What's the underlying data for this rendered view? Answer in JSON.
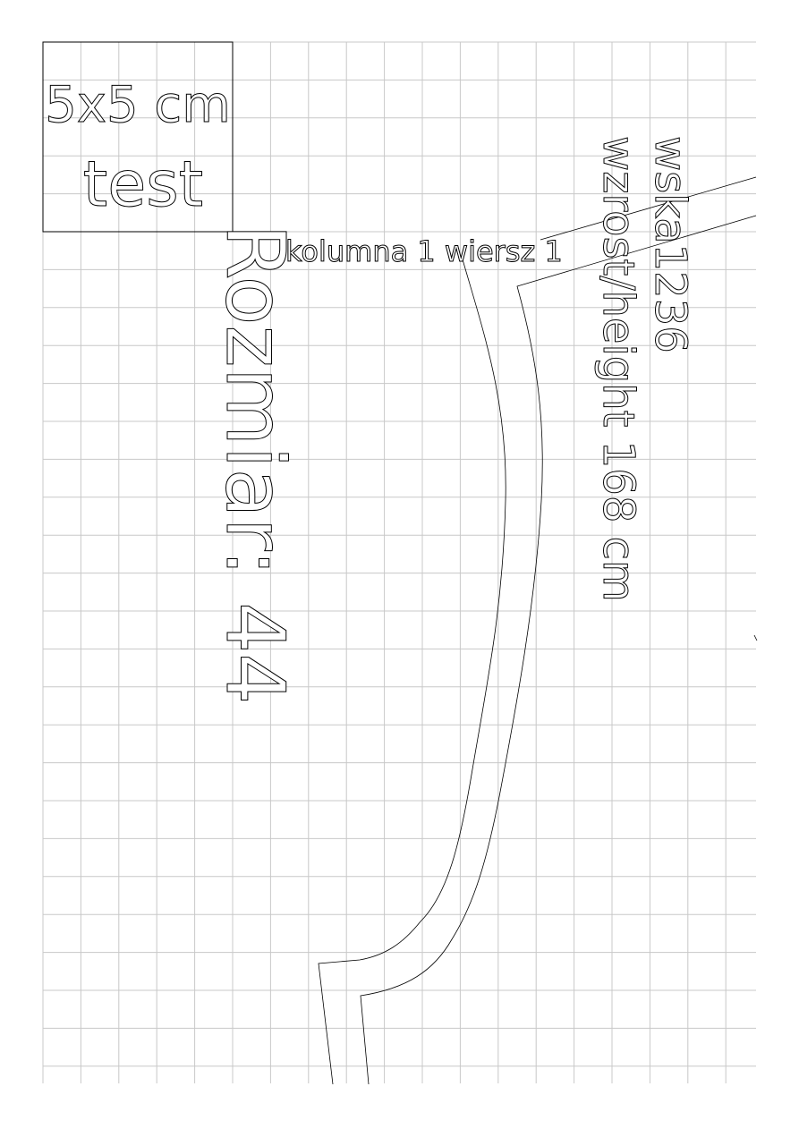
{
  "calibration": {
    "line1": "5x5 cm",
    "line2": "test"
  },
  "cell_label": "kolumna 1 wiersz 1",
  "size_label": "Rozmiar: 44",
  "pattern_id": "wska1236",
  "height_label": "wzrost/height 168 cm"
}
